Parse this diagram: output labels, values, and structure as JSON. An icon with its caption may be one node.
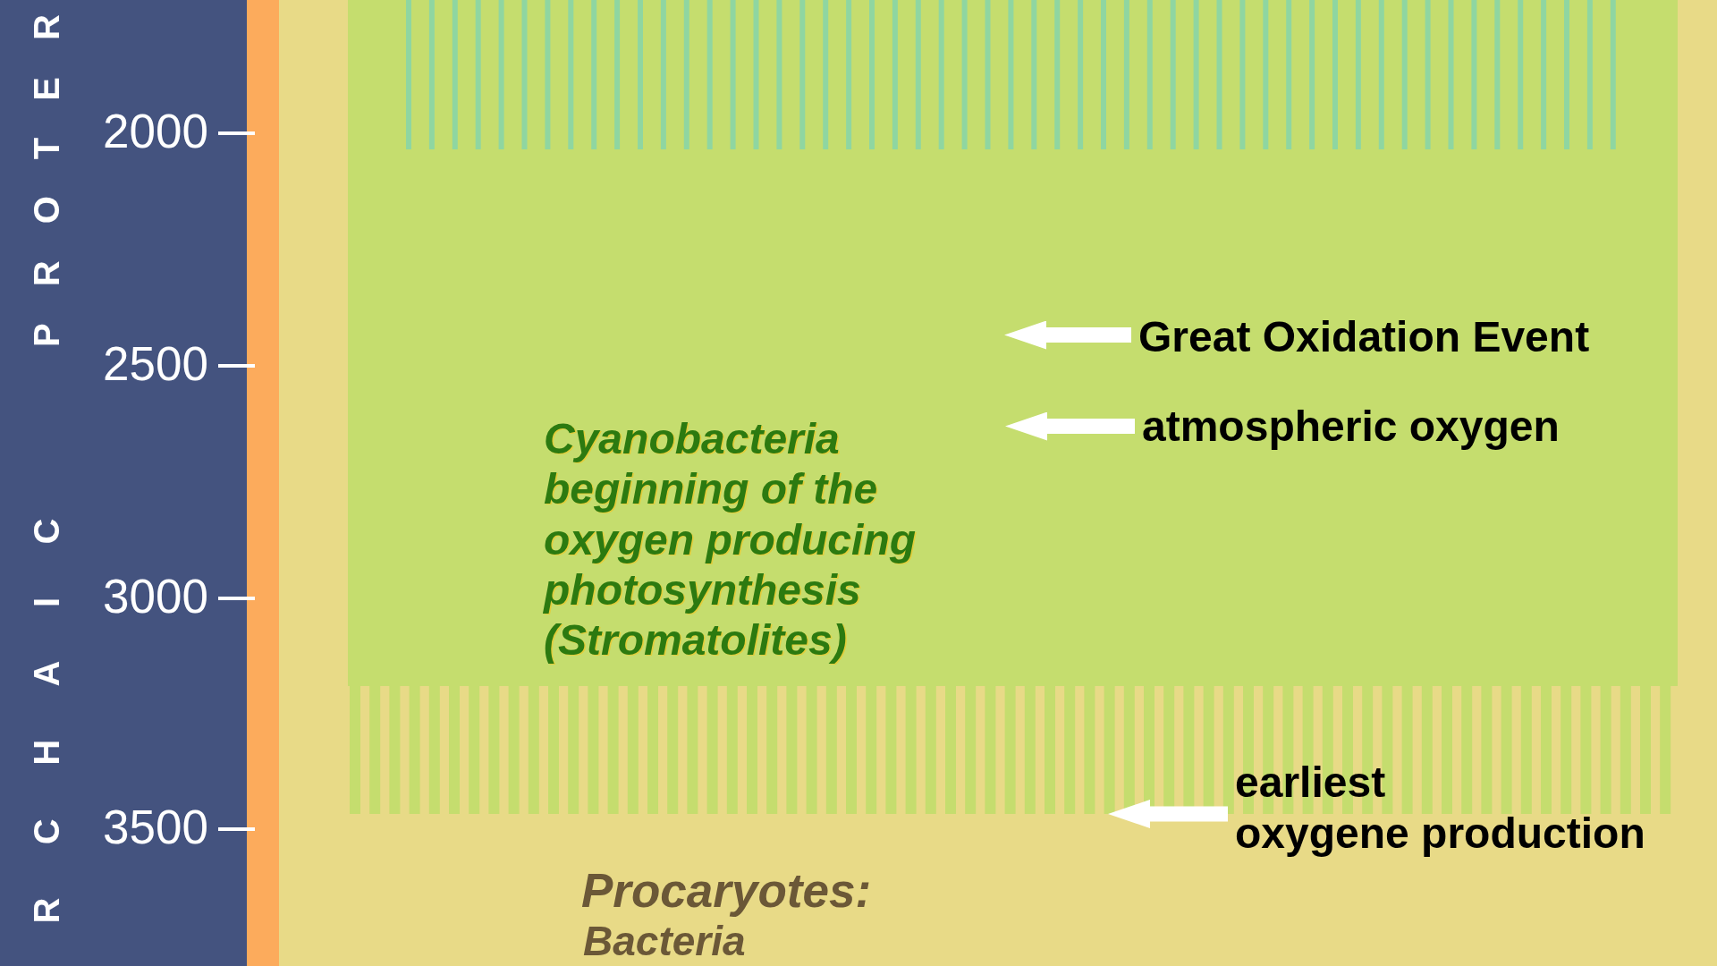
{
  "diagram": {
    "nodes": [
      {
        "text": [
          "Cyanobacteria beginning of the oxygen producing photosynthesis (Stromatolites)"
        ]
      },
      {
        "text": [
          "Great Oxidation Event"
        ],
        "in": 0
      },
      {
        "text": [
          "atmospheric oxygen"
        ],
        "in": 0
      },
      {
        "text": [
          "earliest oxygene production"
        ]
      }
    ],
    "edges": [
      {
        "from": 1,
        "to": null,
        "arrow": "to"
      },
      {
        "from": 2,
        "to": null,
        "arrow": "to"
      },
      {
        "from": 3,
        "to": 0,
        "arrow": "to"
      }
    ],
    "labels": [
      "PROTER",
      "2000",
      "2500",
      "RCHAIC",
      "3000",
      "3500",
      "Procaryotes:",
      "Bacteria"
    ]
  }
}
